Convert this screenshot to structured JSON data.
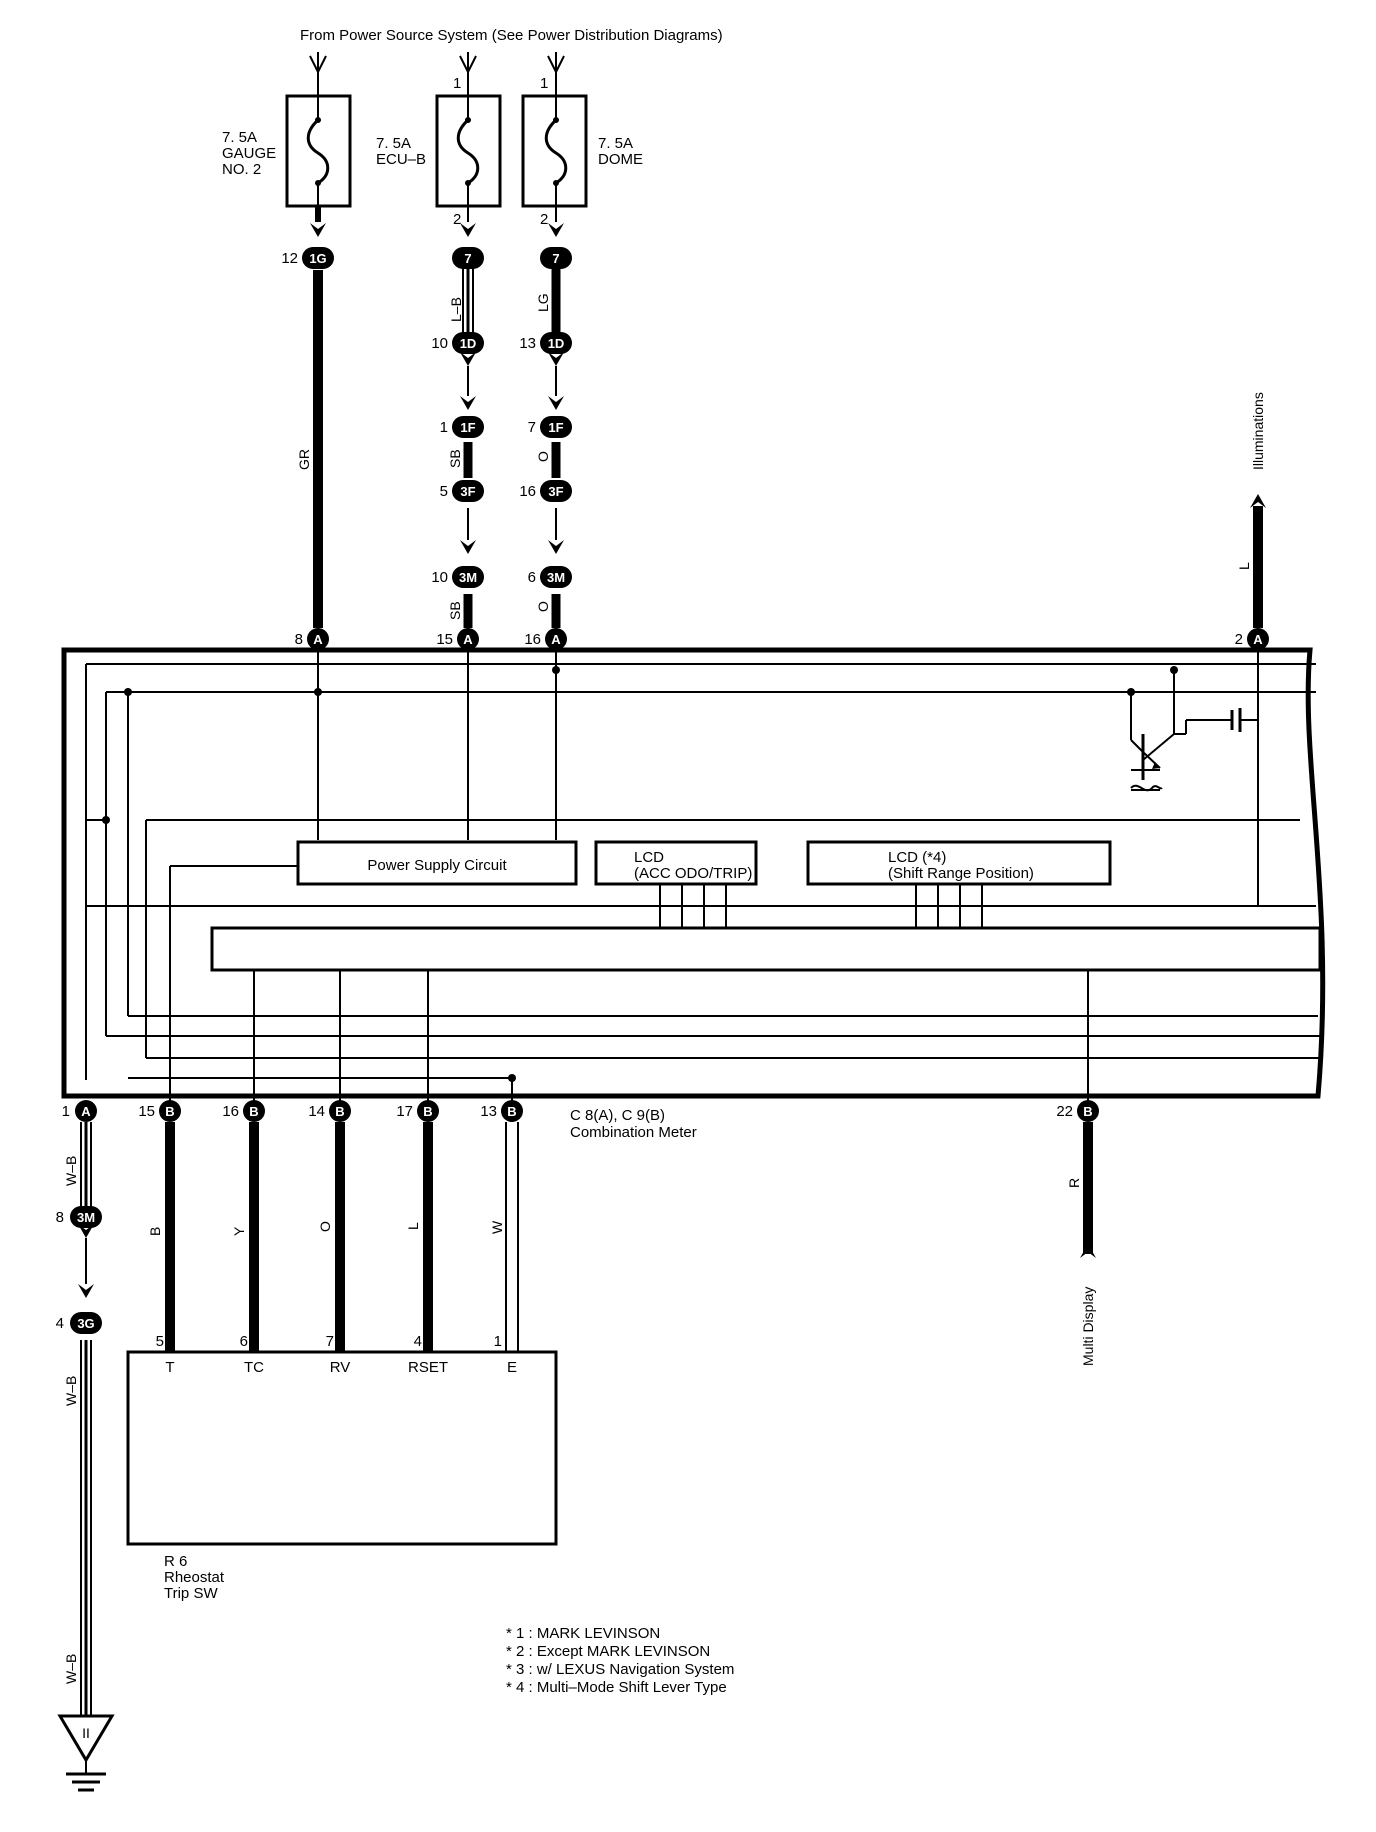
{
  "header": {
    "source_text": "From Power Source System (See Power Distribution Diagrams)"
  },
  "fuses": [
    {
      "amp": "7. 5A",
      "name_line1": "GAUGE",
      "name_line2": "NO. 2",
      "pin_in": "",
      "pin_out": ""
    },
    {
      "amp": "7. 5A",
      "name_line1": "ECU–B",
      "name_line2": "",
      "pin_in": "1",
      "pin_out": "2"
    },
    {
      "amp": "7. 5A",
      "name_line1": "DOME",
      "name_line2": "",
      "pin_in": "1",
      "pin_out": "2"
    }
  ],
  "upper_connectors": {
    "c1g": {
      "pin": "12",
      "code": "1G"
    },
    "c7a": {
      "code": "7"
    },
    "c7b": {
      "code": "7"
    },
    "c1d_a": {
      "pin": "10",
      "code": "1D"
    },
    "c1d_b": {
      "pin": "13",
      "code": "1D"
    },
    "c1f_a": {
      "pin": "1",
      "code": "1F"
    },
    "c1f_b": {
      "pin": "7",
      "code": "1F"
    },
    "c3f_a": {
      "pin": "5",
      "code": "3F"
    },
    "c3f_b": {
      "pin": "16",
      "code": "3F"
    },
    "c3m_a": {
      "pin": "10",
      "code": "3M"
    },
    "c3m_b": {
      "pin": "6",
      "code": "3M"
    }
  },
  "meter_pins_top": [
    {
      "pin": "8",
      "code": "A"
    },
    {
      "pin": "15",
      "code": "A"
    },
    {
      "pin": "16",
      "code": "A"
    },
    {
      "pin": "2",
      "code": "A"
    }
  ],
  "meter_pins_bottom": [
    {
      "pin": "1",
      "code": "A"
    },
    {
      "pin": "15",
      "code": "B"
    },
    {
      "pin": "16",
      "code": "B"
    },
    {
      "pin": "14",
      "code": "B"
    },
    {
      "pin": "17",
      "code": "B"
    },
    {
      "pin": "13",
      "code": "B"
    },
    {
      "pin": "22",
      "code": "B"
    }
  ],
  "wire_colors": {
    "gr": "GR",
    "lb": "L–B",
    "lg": "LG",
    "sb1": "SB",
    "sb2": "SB",
    "o1": "O",
    "o2": "O",
    "l_top": "L",
    "wb1": "W–B",
    "wb2": "W–B",
    "wb3": "W–B",
    "b": "B",
    "y": "Y",
    "o3": "O",
    "l_bottom": "L",
    "w": "W",
    "r": "R"
  },
  "inner_blocks": {
    "power_supply": "Power Supply Circuit",
    "lcd1_line1": "LCD",
    "lcd1_line2": "(ACC ODO/TRIP)",
    "lcd2_line1": "LCD (*4)",
    "lcd2_line2": "(Shift Range Position)"
  },
  "meter_label": {
    "line1": "C 8(A), C 9(B)",
    "line2": "Combination Meter"
  },
  "destinations": {
    "illuminations": "Illuminations",
    "multi_display": "Multi Display"
  },
  "ground_connectors": {
    "c3m": {
      "pin": "8",
      "code": "3M"
    },
    "c3g": {
      "pin": "4",
      "code": "3G"
    },
    "ground_code": "II"
  },
  "switch": {
    "pins": [
      {
        "pin": "5",
        "name": "T"
      },
      {
        "pin": "6",
        "name": "TC"
      },
      {
        "pin": "7",
        "name": "RV"
      },
      {
        "pin": "4",
        "name": "RSET"
      },
      {
        "pin": "1",
        "name": "E"
      }
    ],
    "code": "R 6",
    "name_line1": "Rheostat",
    "name_line2": "Trip SW"
  },
  "notes": [
    "* 1 : MARK LEVINSON",
    "* 2 : Except MARK LEVINSON",
    "* 3 : w/ LEXUS Navigation System",
    "* 4 : Multi–Mode Shift Lever Type"
  ]
}
